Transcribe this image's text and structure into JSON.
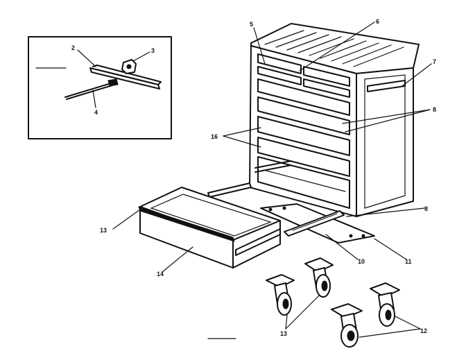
{
  "labels": {
    "l2": "2",
    "l3": "3",
    "l4": "4",
    "l5": "5",
    "l6": "6",
    "l7": "7",
    "l8a": "8",
    "l8b": "8",
    "l10": "10",
    "l11": "11",
    "l12": "12",
    "l13a": "13",
    "l13b": "13",
    "l14": "14",
    "l16": "16"
  }
}
